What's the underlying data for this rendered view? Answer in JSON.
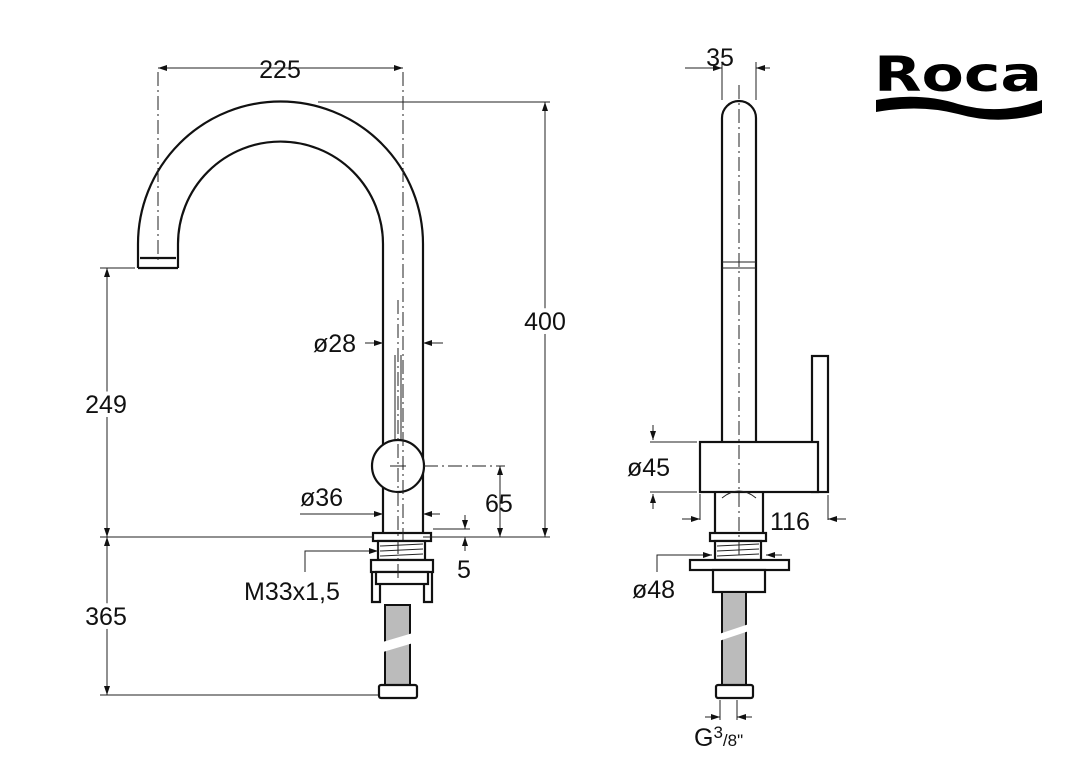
{
  "brand": {
    "logo_text": "Roca"
  },
  "front_view": {
    "dimensions": {
      "spout_reach": "225",
      "total_height": "400",
      "spout_height": "249",
      "hose_length": "365",
      "tube_diameter": "ø28",
      "body_diameter": "ø36",
      "lever_axis_height": "65",
      "flange_height": "5",
      "thread": "M33x1,5"
    }
  },
  "side_view": {
    "dimensions": {
      "tube_width": "35",
      "body_height": "ø45",
      "body_depth": "116",
      "flange_diameter": "ø48",
      "hose_connection_main": "G",
      "hose_connection_fraction_num": "3",
      "hose_connection_fraction_den": "/8\""
    }
  }
}
